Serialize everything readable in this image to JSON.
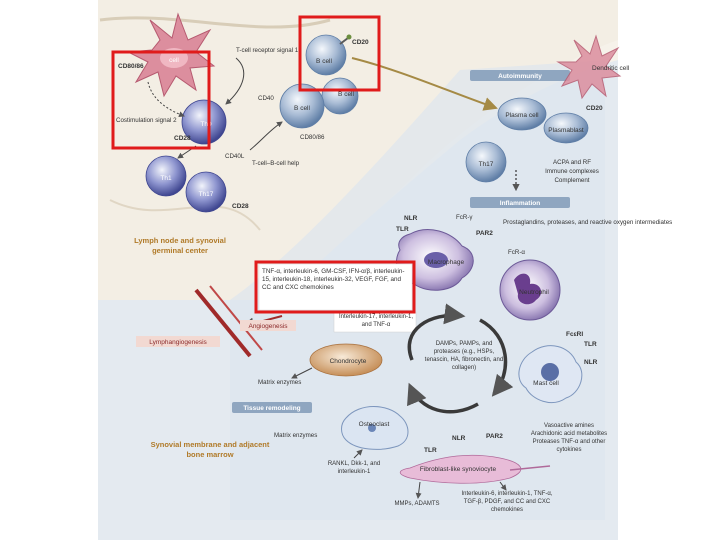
{
  "colors": {
    "bg_top": "#f4f0e8",
    "bg_panel": "#e6ecf2",
    "banner": "#8fa6c0",
    "region_text": "#b07a28",
    "highlight": "#e01b1b",
    "lymphatic_red": "#a02a2a",
    "tcell_blue": "#5d63a8",
    "bcell_blue": "#8aa3c4",
    "dendritic_pink": "#d98a9a",
    "chondrocyte_tan": "#c9935d"
  },
  "cells": {
    "dendritic_left": "cell",
    "b_cell_top": "B cell",
    "b_cell_mid": "B cell",
    "b_cell_mid2": "B cell",
    "th0": "Th0",
    "th1": "Th1",
    "th17_left": "Th17",
    "dendritic_right": "Dendritic cell",
    "plasma_cell": "Plasma cell",
    "plasmablast": "Plasmablast",
    "th17_right": "Th17",
    "macrophage": "Macrophage",
    "neutrophil": "Neutrophil",
    "chondrocyte": "Chondrocyte",
    "mast_cell": "Mast cell",
    "osteoclast": "Osteoclast",
    "fibroblast": "Fibroblast-like synoviocyte"
  },
  "labels": {
    "cd80_86_left": "CD80/86",
    "tcr_signal": "T-cell receptor signal 1",
    "cd20_top": "CD20",
    "cd40": "CD40",
    "costim": "Costimulation signal 2",
    "cd28_a": "CD28",
    "cd40l": "CD40L",
    "cd80_86_mid": "CD80/86",
    "tcell_bcell_help": "T-cell–B-cell help",
    "cd28_b": "CD28",
    "cd20_right": "CD20",
    "acpa": "ACPA and RF",
    "immune_complexes": "Immune complexes",
    "complement": "Complement",
    "nlr_left": "NLR",
    "fcr_gamma": "FcR-γ",
    "tlr_left": "TLR",
    "par2_left": "PAR2",
    "prostaglandins": "Prostaglandins, proteases, and reactive oxygen intermediates",
    "fcr_alpha": "FcR-α",
    "cytokines_box": "TNF-α, interleukin-6, GM-CSF, IFN-α/β, interleukin-15, interleukin-18, interleukin-32, VEGF, FGF, and CC and CXC chemokines",
    "il17_box": "Interleukin-17, interleukin-1, and TNF-α",
    "angiogenesis": "Angiogenesis",
    "lymphangiogenesis": "Lymphangiogenesis",
    "damps": "DAMPs, PAMPs, and proteases (e.g., HSPs, tenascin, HA, fibronectin, and collagen)",
    "fceri": "FcεRI",
    "tlr_mast": "TLR",
    "nlr_mast": "NLR",
    "matrix_enzymes_a": "Matrix enzymes",
    "matrix_enzymes_b": "Matrix enzymes",
    "vasoactive": "Vasoactive amines Arachidonic acid metabolites Proteases TNF-α and other cytokines",
    "nlr_fib": "NLR",
    "par2_fib": "PAR2",
    "tlr_fib": "TLR",
    "rankl": "RANKL, Dkk-1, and interleukin-1",
    "mmps": "MMPs, ADAMTS",
    "fib_products": "Interleukin-6, interleukin-1, TNF-α, TGF-β, PDGF, and CC and CXC chemokines"
  },
  "banners": {
    "autoimmunity": "Autoimmunity",
    "inflammation": "Inflammation",
    "tissue_remodeling": "Tissue remodeling"
  },
  "regions": {
    "lymph_node": "Lymph node and synovial germinal center",
    "synovial": "Synovial membrane and adjacent bone marrow"
  }
}
